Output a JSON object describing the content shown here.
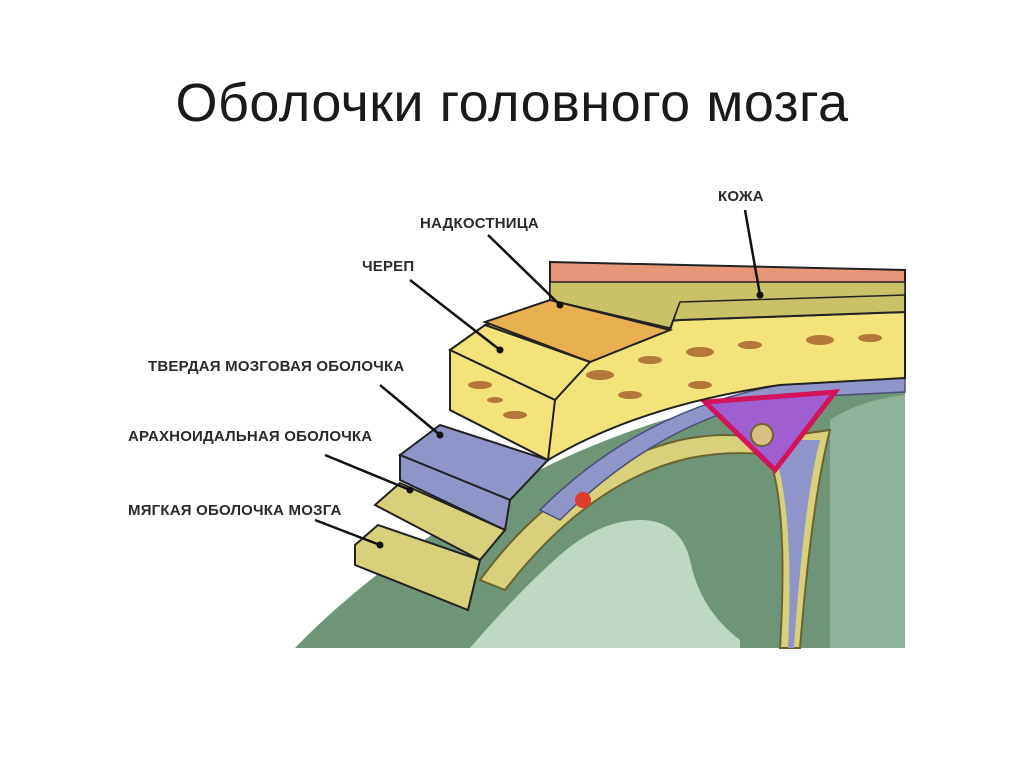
{
  "title": "Оболочки головного мозга",
  "labels": {
    "skin": "КОЖА",
    "periosteum": "НАДКОСТНИЦА",
    "skull": "ЧЕРЕП",
    "dura": "ТВЕРДАЯ МОЗГОВАЯ ОБОЛОЧКА",
    "arachnoid": "АРАХНОИДАЛЬНАЯ ОБОЛОЧКА",
    "pia": "МЯГКАЯ ОБОЛОЧКА МОЗГА"
  },
  "colors": {
    "skin": "#e8967a",
    "subcutaneous": "#c9c267",
    "periosteum": "#d98a4a",
    "bone": "#f2e47a",
    "bone_spots": "#b5763a",
    "dura": "#8f95c9",
    "arachnoid": "#d8d07a",
    "brain_dark": "#6f9578",
    "brain_light": "#bfd8c4",
    "sinus": "#a05fd0",
    "vessel": "#e23a2a"
  }
}
